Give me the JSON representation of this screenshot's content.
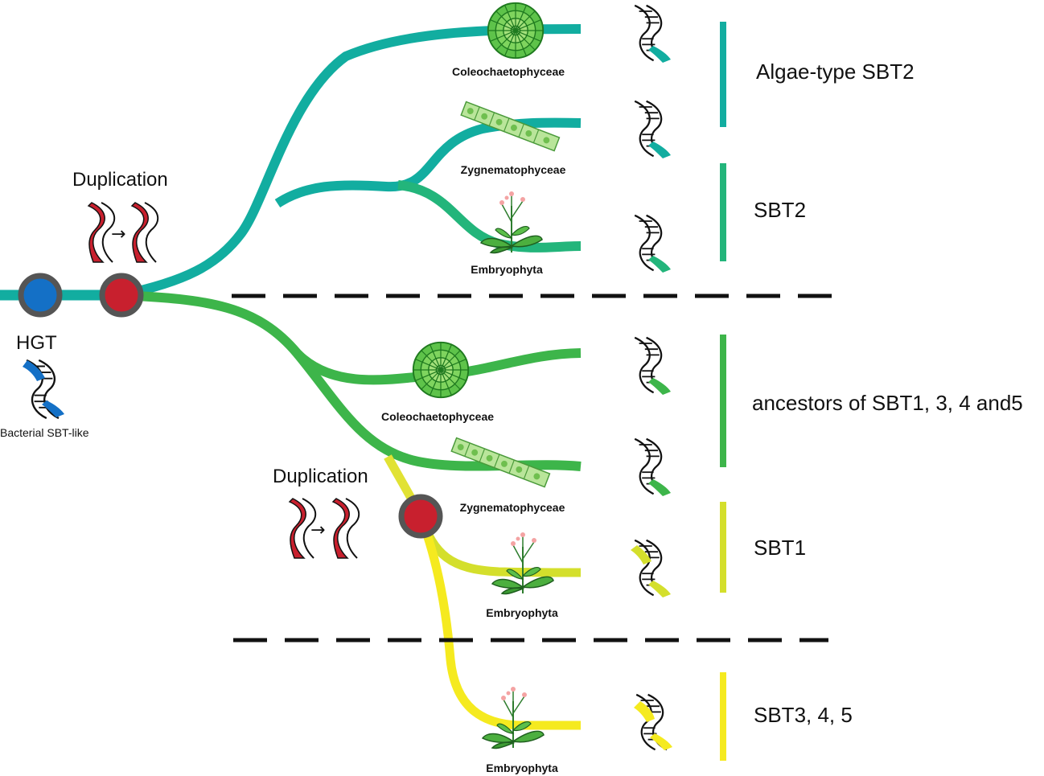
{
  "colors": {
    "algae_sbt2": "#12ada0",
    "sbt2": "#23b57b",
    "ancestor": "#3db54a",
    "sbt1": "#d4df2c",
    "sbt345": "#f5ea1f",
    "hgt_node": "#1470c6",
    "dup_node": "#c8202e",
    "node_ring": "#555555"
  },
  "events": {
    "hgt": "HGT",
    "hgt_sub": "Bacterial SBT-like",
    "duplication_1": "Duplication",
    "duplication_2": "Duplication",
    "arrow": "→"
  },
  "taxa": {
    "t1": "Coleochaetophyceae",
    "t2": "Zygnematophyceae",
    "t3": "Embryophyta",
    "t4": "Coleochaetophyceae",
    "t5": "Zygnematophyceae",
    "t6": "Embryophyta",
    "t7": "Embryophyta"
  },
  "groups": {
    "g1": "Algae-type SBT2",
    "g2": "SBT2",
    "g3": "ancestors of SBT1, 3, 4 and5",
    "g4": "SBT1",
    "g5": "SBT3, 4, 5"
  },
  "icons": [
    "coleochaete-alga-icon",
    "zygnema-filament-icon",
    "embryophyte-plant-icon",
    "dna-icon"
  ]
}
